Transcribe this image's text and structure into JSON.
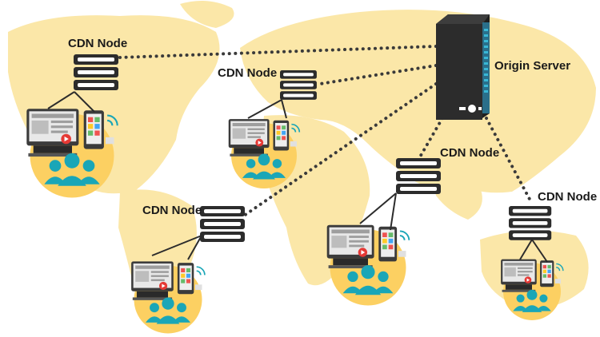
{
  "diagram": {
    "origin": {
      "label": "Origin Server"
    },
    "cdn_nodes": [
      {
        "label": "CDN Node"
      },
      {
        "label": "CDN Node"
      },
      {
        "label": "CDN Node"
      },
      {
        "label": "CDN Node"
      },
      {
        "label": "CDN Node"
      }
    ]
  },
  "colors": {
    "map": "#fbe7a8",
    "user_circle": "#fcd062",
    "users": "#1aa6b7",
    "server": "#2c2c2c",
    "server_light": "#ffffff",
    "accent_red": "#e53935",
    "connector": "#3a3a3a"
  }
}
